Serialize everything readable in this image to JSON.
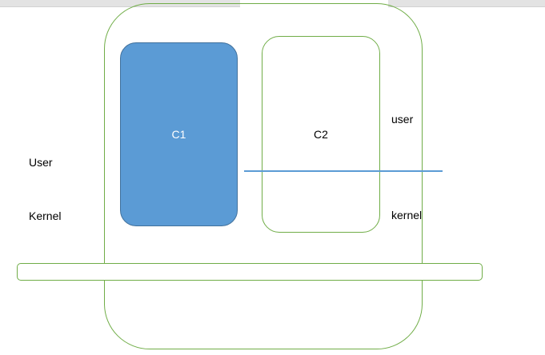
{
  "diagram": {
    "nodes": {
      "c1": {
        "label": "C1",
        "fill": "#5b9bd5",
        "border": "#41719c",
        "text_color": "#ffffff"
      },
      "c2": {
        "label": "C2",
        "fill": "#ffffff",
        "border": "#70ad47",
        "text_color": "#000000"
      }
    },
    "labels": {
      "left_user": "User",
      "left_kernel": "Kernel",
      "right_user": "user",
      "right_kernel": "kernel"
    },
    "colors": {
      "container_border_green": "#70ad47",
      "boundary_line_blue": "#5b9bd5",
      "topbar_gray": "#e3e3e3"
    }
  }
}
